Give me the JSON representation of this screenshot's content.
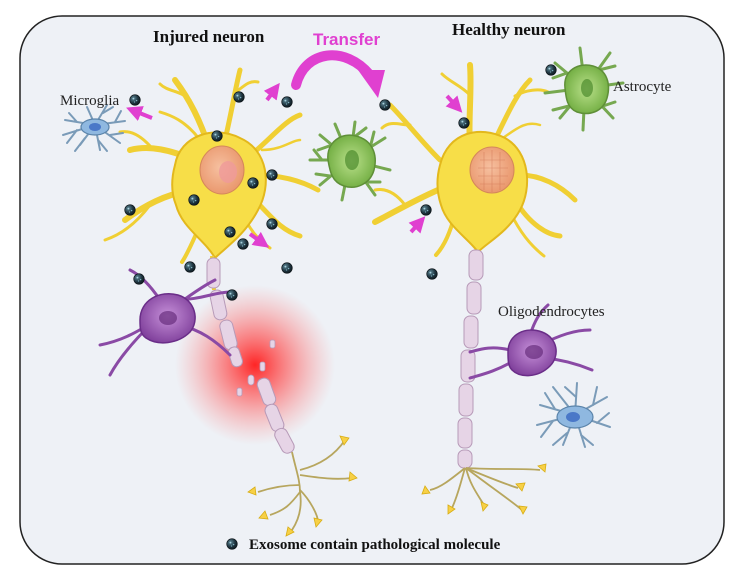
{
  "labels": {
    "injured_neuron": "Injured neuron",
    "healthy_neuron": "Healthy neuron",
    "transfer": "Transfer",
    "microglia": "Microglia",
    "astrocyte": "Astrocyte",
    "oligodendrocytes": "Oligodendrocytes",
    "legend": "Exosome contain pathological molecule"
  },
  "colors": {
    "frame_bg": "#eef1f6",
    "neuron": "#f7de48",
    "neuron_outline": "#e3b81c",
    "nucleus": "#f0a87a",
    "myelin": "#e6d4e6",
    "oligodendrocyte": "#9b59b6",
    "astrocyte": "#8dc55a",
    "microglia": "#8fb8e0",
    "transfer_arrow": "#e040d0",
    "exosome": "#1c2b33",
    "injury_glow": "#ff2a2a"
  }
}
